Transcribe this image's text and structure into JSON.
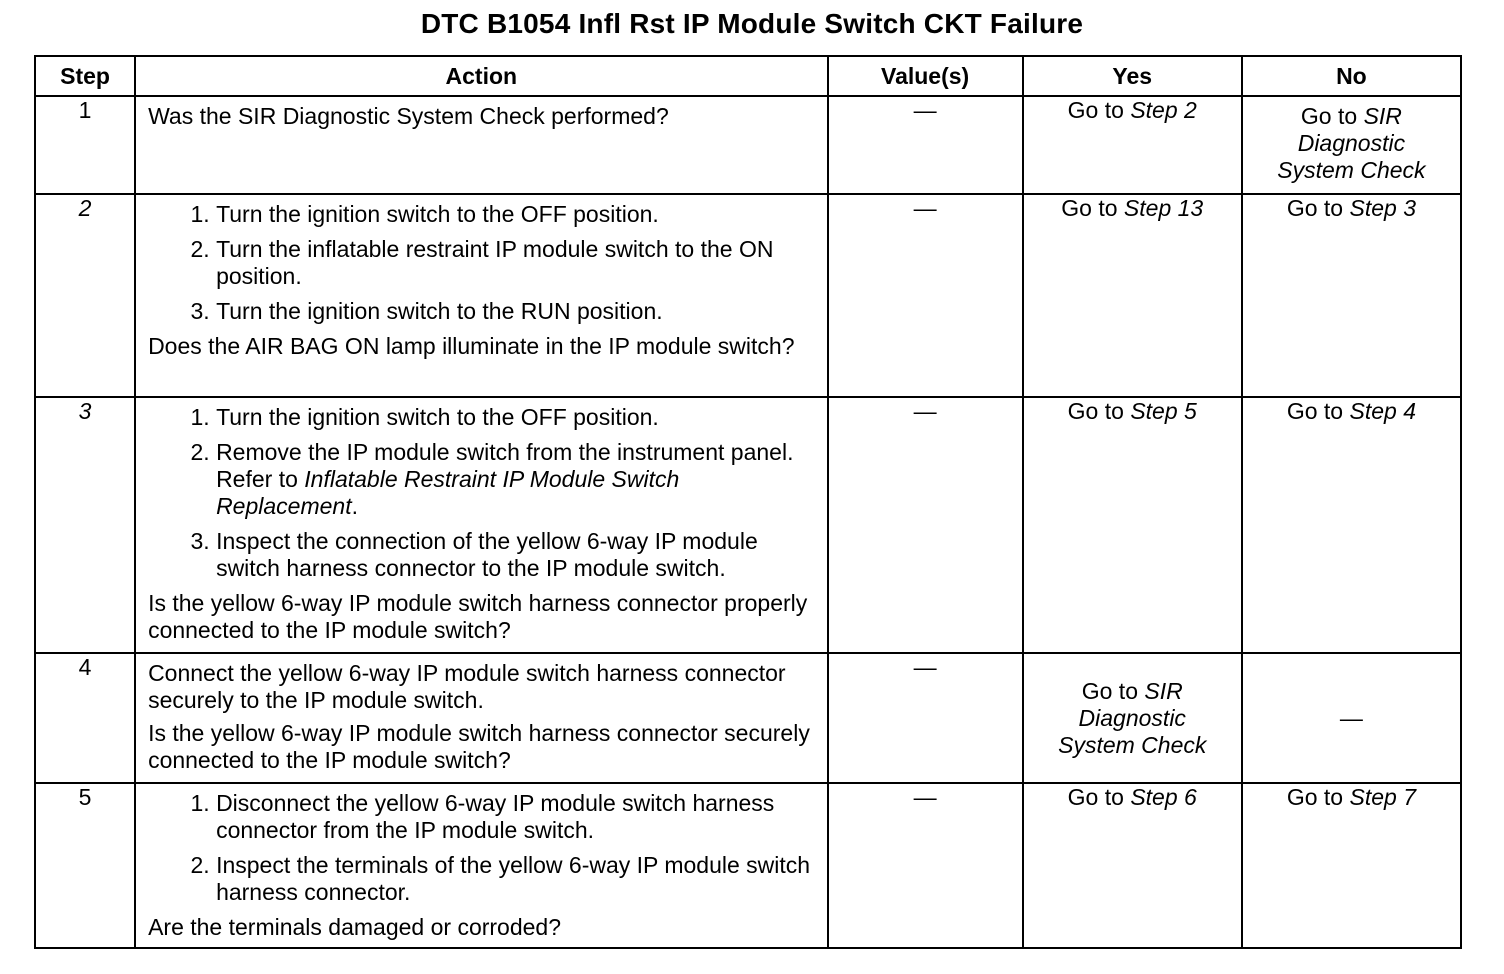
{
  "title": "DTC B1054 Infl Rst IP Module Switch CKT Failure",
  "headers": {
    "step": "Step",
    "action": "Action",
    "values": "Value(s)",
    "yes": "Yes",
    "no": "No"
  },
  "rows": [
    {
      "step": "1",
      "action": {
        "items": [],
        "question": "Was the SIR Diagnostic System Check performed?"
      },
      "value": "—",
      "yes": {
        "prefix": "Go to ",
        "target": "Step 2"
      },
      "no": {
        "prefix": "Go to ",
        "target": "SIR Diagnostic System Check"
      }
    },
    {
      "step": "2",
      "action": {
        "items": [
          "Turn the ignition switch to the OFF position.",
          "Turn the inflatable restraint IP module switch to the ON position.",
          "Turn the ignition switch to the RUN position."
        ],
        "question": "Does the AIR BAG ON lamp illuminate in the IP module switch?"
      },
      "value": "—",
      "yes": {
        "prefix": "Go to ",
        "target": "Step 13"
      },
      "no": {
        "prefix": "Go to ",
        "target": "Step 3"
      }
    },
    {
      "step": "3",
      "action": {
        "items": [
          "Turn the ignition switch to the OFF position.",
          {
            "text": "Remove the IP module switch from the instrument panel. Refer to ",
            "ref": "Inflatable Restraint IP Module Switch Replacement",
            "suffix": "."
          },
          "Inspect the connection of the yellow 6-way IP module switch harness connector to the IP module switch."
        ],
        "question": "Is the yellow 6-way IP module switch harness connector properly connected to the IP module switch?"
      },
      "value": "—",
      "yes": {
        "prefix": "Go to ",
        "target": "Step 5"
      },
      "no": {
        "prefix": "Go to ",
        "target": "Step 4"
      }
    },
    {
      "step": "4",
      "action": {
        "items": [],
        "statement": "Connect the yellow 6-way IP module switch harness connector securely to the IP module switch.",
        "question": "Is the yellow 6-way IP module switch harness connector securely connected to the IP module switch?"
      },
      "value": "—",
      "yes": {
        "prefix": "Go to ",
        "target": "SIR Diagnostic System Check"
      },
      "no": {
        "text": "—"
      }
    },
    {
      "step": "5",
      "action": {
        "items": [
          "Disconnect the yellow 6-way IP module switch harness connector from the IP module switch.",
          "Inspect the terminals of the yellow 6-way IP module switch harness connector."
        ],
        "question": "Are the terminals damaged or corroded?"
      },
      "value": "—",
      "yes": {
        "prefix": "Go to ",
        "target": "Step 6"
      },
      "no": {
        "prefix": "Go to ",
        "target": "Step 7"
      }
    }
  ]
}
